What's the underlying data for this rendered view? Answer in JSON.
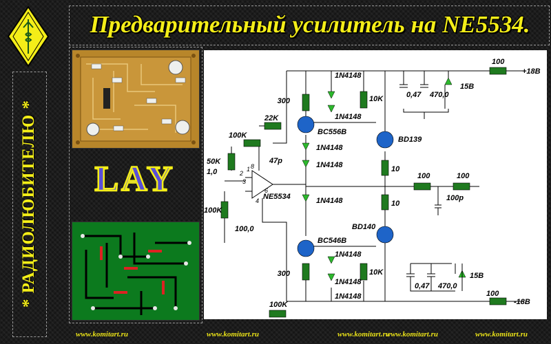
{
  "title": "Предварительный усилитель на NE5534.",
  "side_label": "* РАДИОЛЮБИТЕЛЮ *",
  "lay_label": "LAY",
  "footer": [
    "www.komitart.ru",
    "www.komitart.ru",
    "www.komitart.ru",
    "www.komitart.ru",
    "www.komitart.ru"
  ],
  "schematic": {
    "opamp": "NE5534",
    "pins": [
      "1",
      "8",
      "2",
      "3",
      "4",
      "6"
    ],
    "transistors": [
      "BC556B",
      "BC546B",
      "BD139",
      "BD140"
    ],
    "diodes": [
      "1N4148",
      "1N4148",
      "1N4148",
      "1N4148",
      "1N4148",
      "1N4148",
      "1N4148",
      "1N4148"
    ],
    "resistors": {
      "r_feedback": "22K",
      "r_pot": "100K",
      "r_input": "50K",
      "r_ground": "100K",
      "r_bias_top": "300",
      "r_top_right": "10K",
      "r_bias_bottom": "300",
      "r_bottom_right": "10K",
      "r_emitter_top": "10",
      "r_emitter_bottom": "10",
      "r_out1": "100",
      "r_out2": "100",
      "r_supply_pos": "100",
      "r_supply_neg": "100",
      "r_bottom_fb": "100K"
    },
    "capacitors": {
      "c_input": "1,0",
      "c_comp": "47p",
      "c_ground": "100,0",
      "c_out": "100p",
      "c_pos_a": "0,47",
      "c_pos_b": "470,0",
      "c_neg_a": "0,47",
      "c_neg_b": "470,0"
    },
    "zeners": [
      "15B",
      "15B"
    ],
    "supply_pos": "+18B",
    "supply_neg": "-18B"
  }
}
